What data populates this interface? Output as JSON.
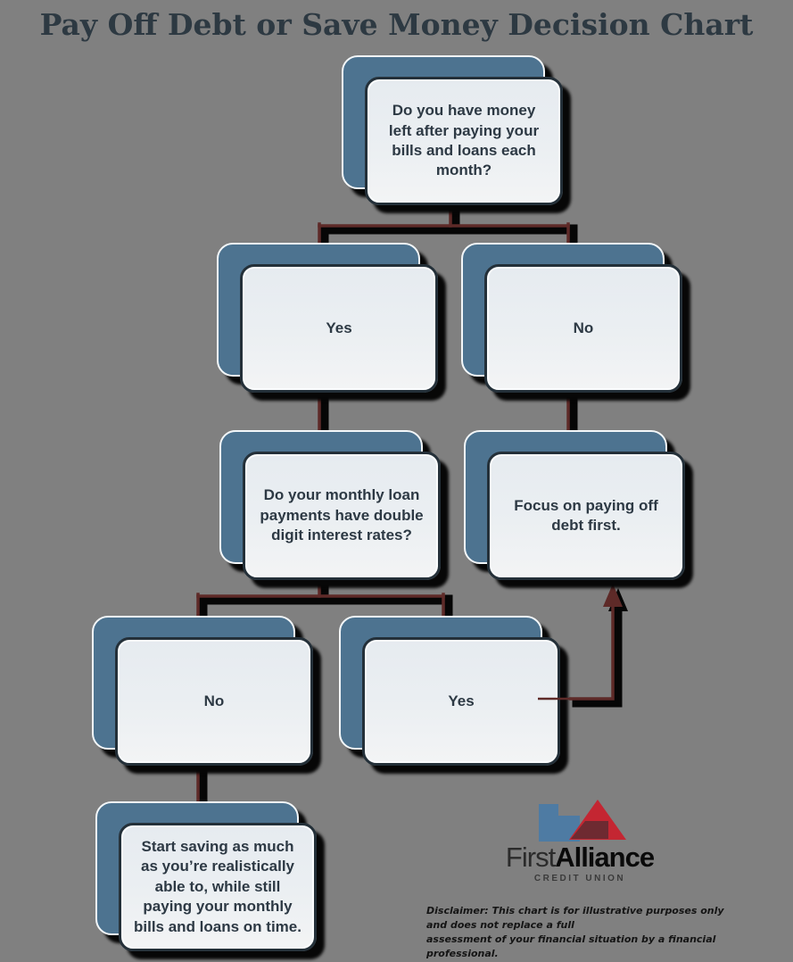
{
  "title": "Pay Off Debt or Save Money Decision Chart",
  "flowchart": {
    "nodes": [
      {
        "id": "q-money-left",
        "label": "Do you have money left after paying your bills and loans each month?"
      },
      {
        "id": "answer-yes-1",
        "label": "Yes"
      },
      {
        "id": "answer-no-1",
        "label": "No"
      },
      {
        "id": "q-interest",
        "label": "Do your monthly loan payments have double digit interest rates?"
      },
      {
        "id": "outcome-debt",
        "label": "Focus on paying off debt first."
      },
      {
        "id": "answer-no-2",
        "label": "No"
      },
      {
        "id": "answer-yes-2",
        "label": "Yes"
      },
      {
        "id": "outcome-save",
        "label": "Start saving as much as you’re realistically able to, while still paying your monthly bills and loans on time."
      }
    ]
  },
  "logo": {
    "name_first": "First",
    "name_alliance": "Alliance",
    "tagline": "CREDIT UNION"
  },
  "disclaimer": {
    "line1": "Disclaimer:  This chart is for illustrative  purposes  only and does not replace  a full",
    "line2": "assessment  of your  financial  situation  by a financial  professional."
  },
  "colors": {
    "background": "#808080",
    "title": "#2d3942",
    "box_back": "#4d7390",
    "box_front": "#ebeff2",
    "box_border": "#243039",
    "box_text": "#2d3944",
    "connector": "#5e2a28",
    "shadow": "#070707",
    "logo_blue": "#4e7ba3",
    "logo_red": "#c42632",
    "logo_dark_red": "#6e2a31"
  }
}
